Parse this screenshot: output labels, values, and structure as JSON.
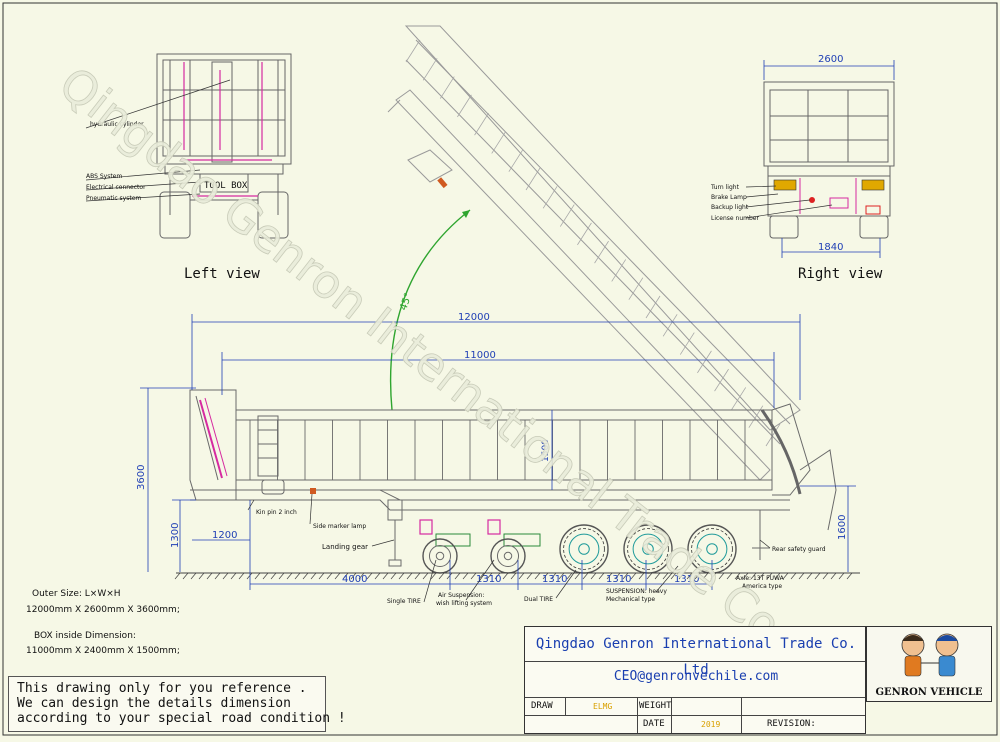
{
  "views": {
    "left_view": "Left view",
    "right_view": "Right view"
  },
  "left_callouts": {
    "hydraulic": "hydraulic cylinder",
    "abs": "ABS System",
    "electrical": "Electrical connector",
    "pneumatic": "Pneumatic system",
    "toolbox": "TOOL BOX"
  },
  "right_callouts": {
    "turn": "Turn light",
    "brake": "Brake Lamp",
    "backup": "Backup light",
    "license": "License number"
  },
  "dimensions": {
    "width_top": "2600",
    "track": "1840",
    "total_length": "12000",
    "box_length": "11000",
    "height": "3600",
    "box_height": "1500",
    "coupler_height": "1300",
    "front_overhang": "1200",
    "kingpin_to_axle": "4000",
    "axle_1": "1310",
    "axle_2": "1310",
    "axle_3": "1310",
    "axle_4": "1310",
    "rear_height": "1600",
    "tip_angle": "45°"
  },
  "side_callouts": {
    "kingpin": "Kin pin 2 inch",
    "marker": "Side marker lamp",
    "landing": "Landing gear",
    "single_tire": "Single TIRE",
    "air_susp": "Air Suspension:",
    "air_susp2": "wish lifting system",
    "dual_tire": "Dual TIRE",
    "susp": "SUSPENSION: heavy",
    "susp2": "Mechanical type",
    "axle": "Axle: 13T FUWA",
    "axle2": "America type",
    "rear_guard": "Rear safety guard"
  },
  "specs": {
    "outer_label": "Outer Size: L×W×H",
    "outer_value": "12000mm X 2600mm X 3600mm;",
    "inside_label": "BOX inside Dimension:",
    "inside_value": "11000mm X 2400mm X 1500mm;"
  },
  "note": {
    "line1": "This drawing only for you reference .",
    "line2": "We can design the details dimension",
    "line3": "according to your special road condition !"
  },
  "title_block": {
    "company": "Qingdao Genron International Trade Co. Ltd",
    "email": "CEO@genronvechile.com",
    "draw_label": "DRAW",
    "draw_value": "ELMG",
    "weight_label": "WEIGHT",
    "date_label": "DATE",
    "date_value": "2019",
    "revision_label": "REVISION:"
  },
  "logo": {
    "text": "GENRON VEHICLE"
  },
  "watermark": "Qingdao Genron International Trade Co.,Ltd",
  "colors": {
    "background": "#f6f8e6",
    "line": "#6a6a6a",
    "dimension": "#1f3fb5",
    "angle_arc": "#2fa52f",
    "highlight": "#d62aa0",
    "wheel": "#1e9a9a",
    "amber": "#d9a000"
  }
}
